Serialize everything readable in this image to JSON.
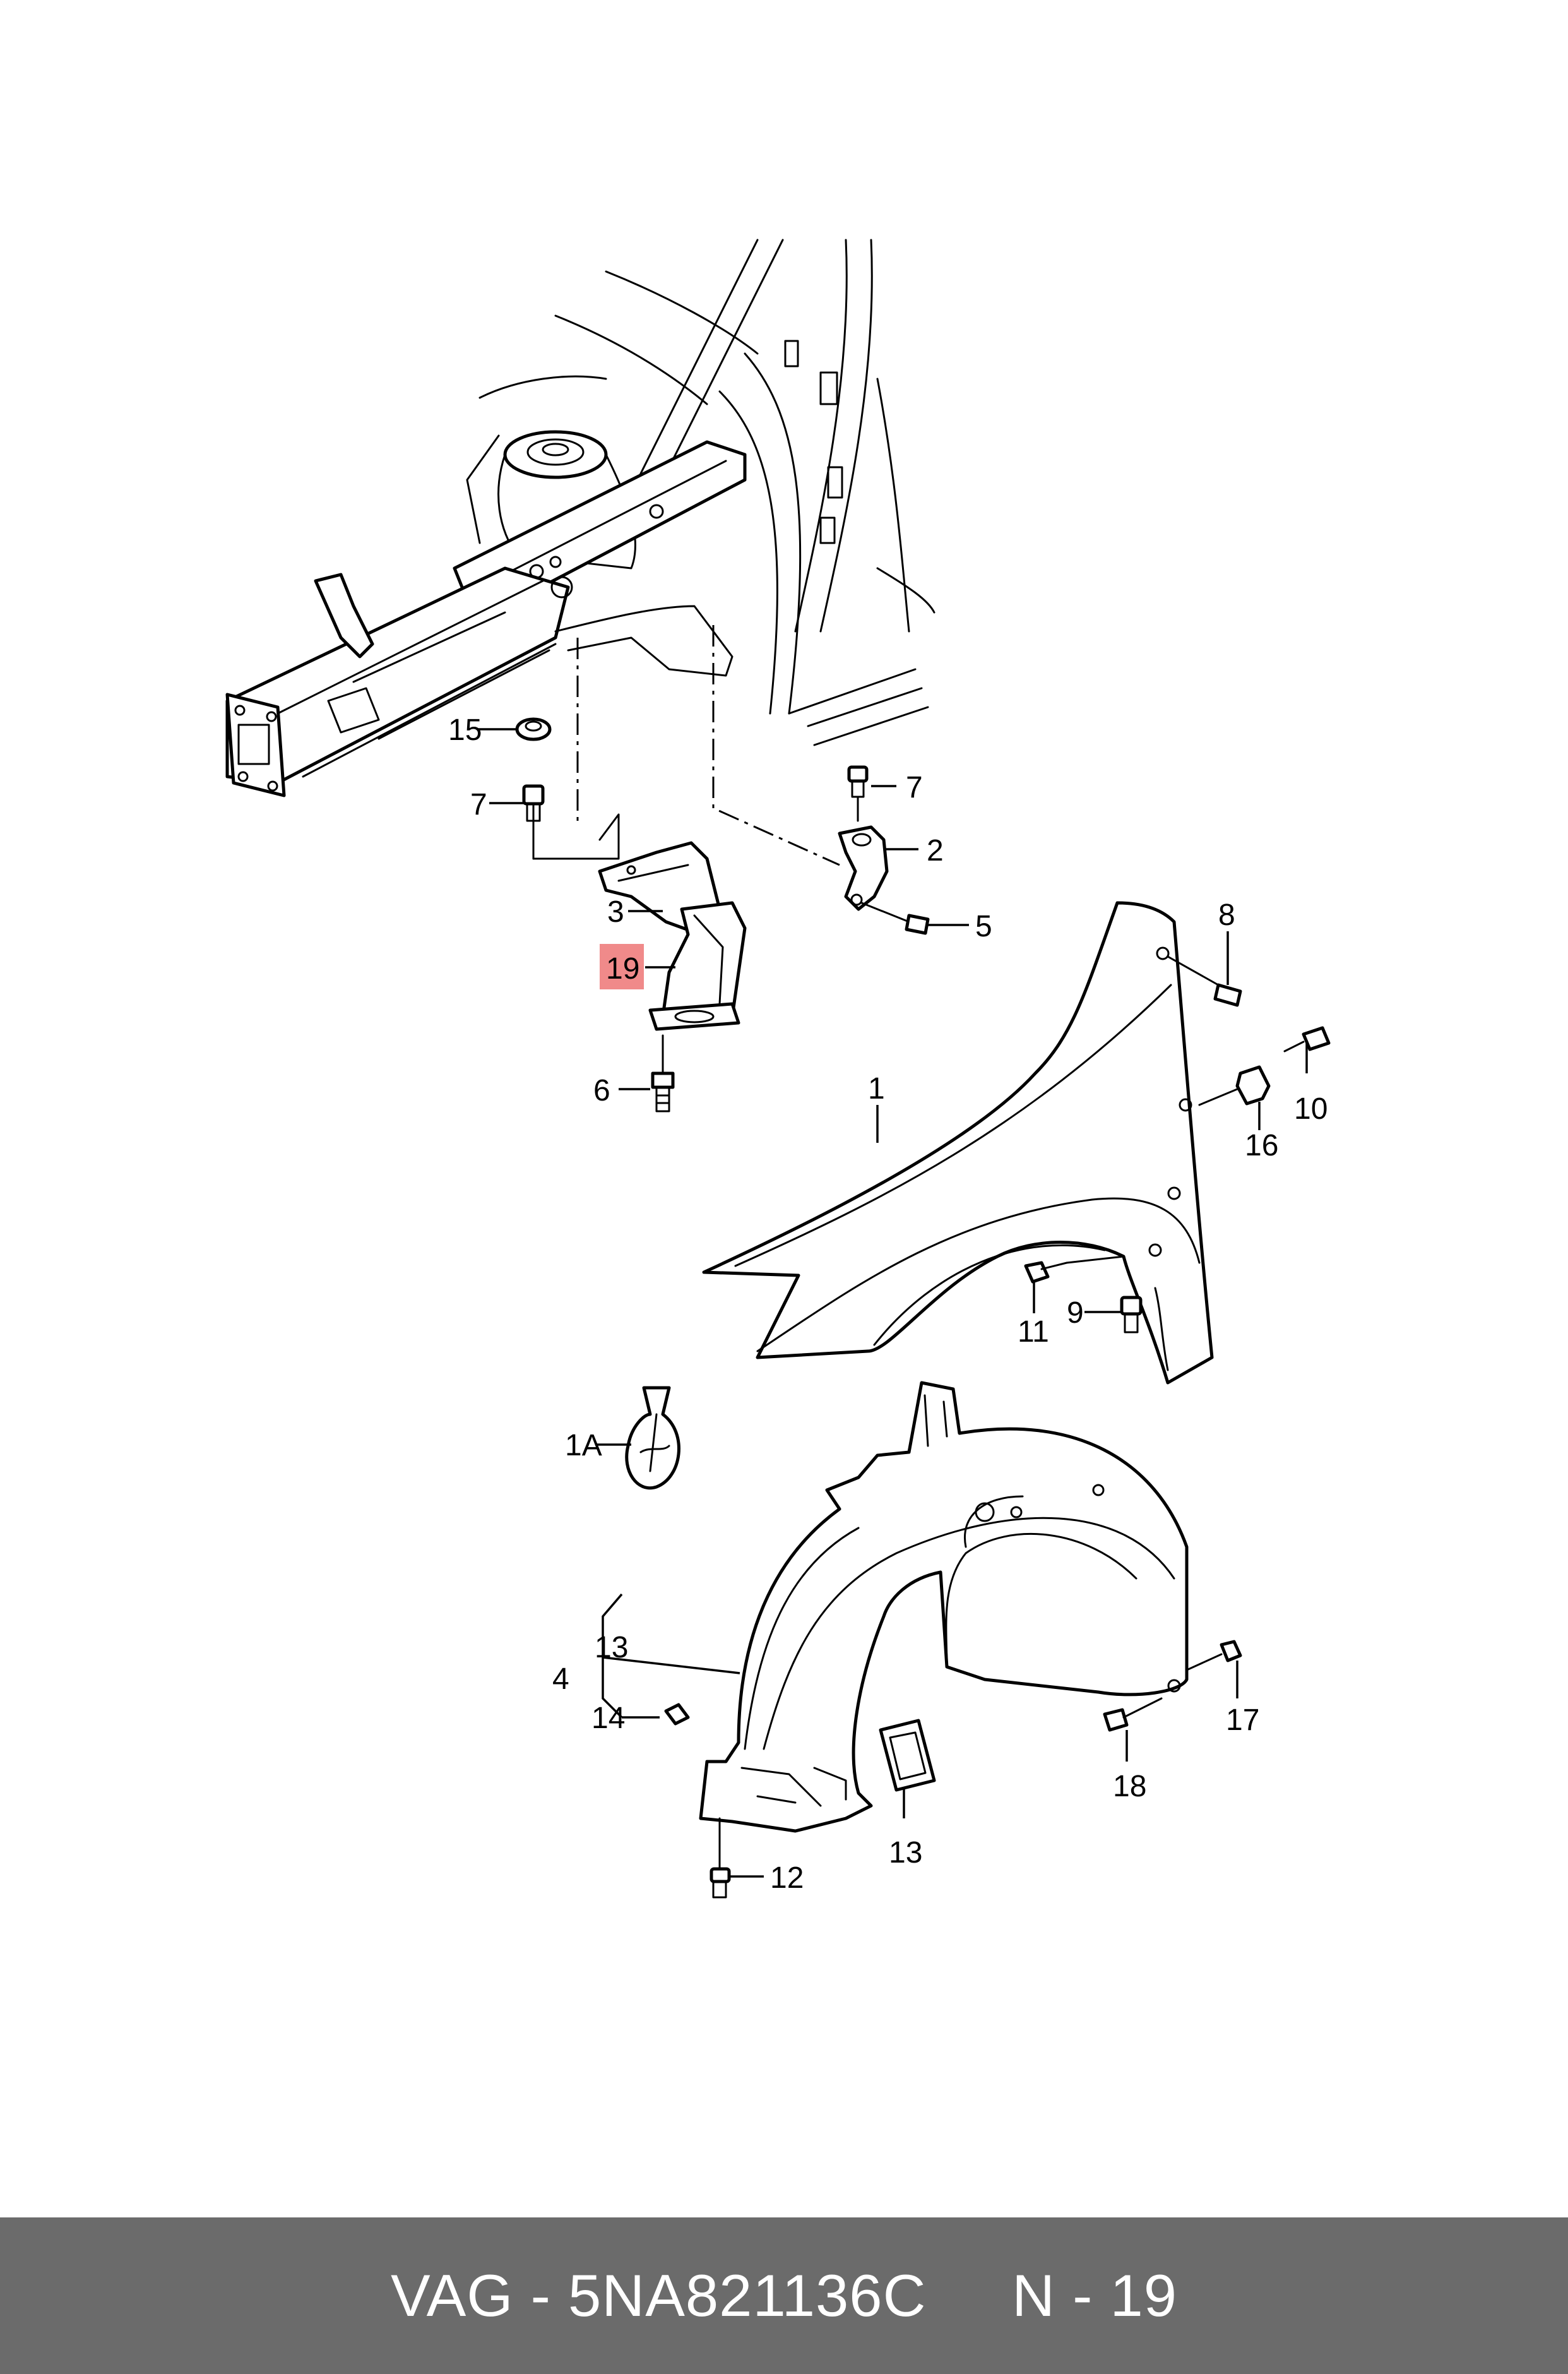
{
  "callouts": {
    "c1": "1",
    "c1A": "1A",
    "c2": "2",
    "c3": "3",
    "c4": "4",
    "c5": "5",
    "c6": "6",
    "c7a": "7",
    "c7b": "7",
    "c8": "8",
    "c9": "9",
    "c10": "10",
    "c11": "11",
    "c12": "12",
    "c13a": "13",
    "c13b": "13",
    "c14": "14",
    "c15": "15",
    "c16": "16",
    "c17": "17",
    "c18": "18",
    "c19": "19"
  },
  "highlight_color": "#f08a8a",
  "footer": {
    "brand": "VAG",
    "sep1": " - ",
    "part_number": "5NA821136C",
    "gap": "     ",
    "diagram_ref": "N - 19"
  }
}
